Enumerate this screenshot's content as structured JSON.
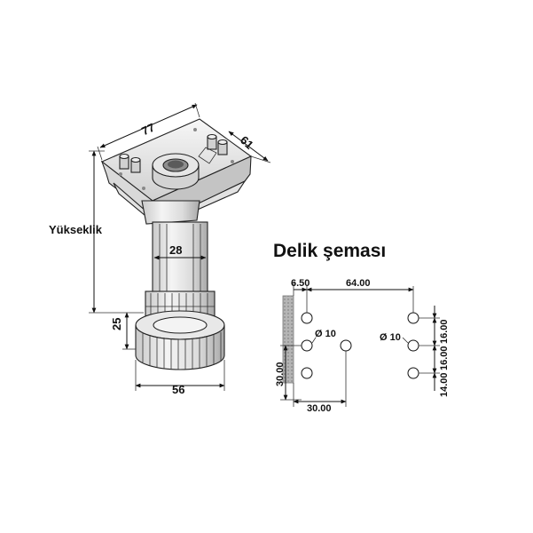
{
  "left_drawing": {
    "dim_top_width": "77",
    "dim_top_depth": "61",
    "dim_height": "Yükseklik",
    "dim_shaft": "28",
    "dim_base_height": "25",
    "dim_base_diameter": "56"
  },
  "hole_scheme": {
    "title": "Delik şeması",
    "offset_label": "6.50",
    "spacing_label": "64.00",
    "hole_left_label": "Ø 10",
    "hole_right_label": "Ø 10",
    "right_top_label": "16.00",
    "right_mid_label": "16.00",
    "right_bottom_label": "14.00",
    "left_vertical_label": "30.00",
    "bottom_label": "30.00"
  }
}
